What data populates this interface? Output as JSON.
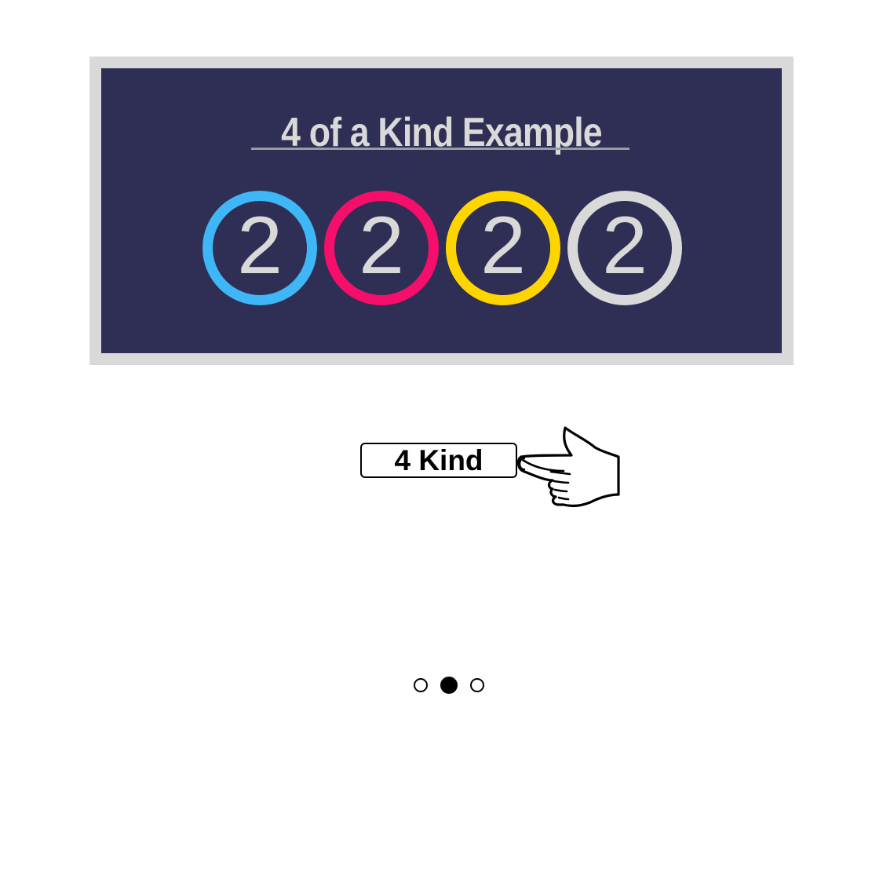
{
  "card": {
    "title": "4 of a Kind Example"
  },
  "dice": [
    {
      "value": "2",
      "color": "#3fb6f5"
    },
    {
      "value": "2",
      "color": "#f50f6a"
    },
    {
      "value": "2",
      "color": "#ffd500"
    },
    {
      "value": "2",
      "color": "#d9d9d9"
    }
  ],
  "colors": {
    "card_background": "#2f2e54",
    "card_frame": "#d9d9d9",
    "die_text": "#d9d9d9"
  },
  "action": {
    "button_label": "4 Kind",
    "pointer_icon": "pointing-hand-icon"
  },
  "pager": {
    "pages": 3,
    "active_index": 1
  }
}
